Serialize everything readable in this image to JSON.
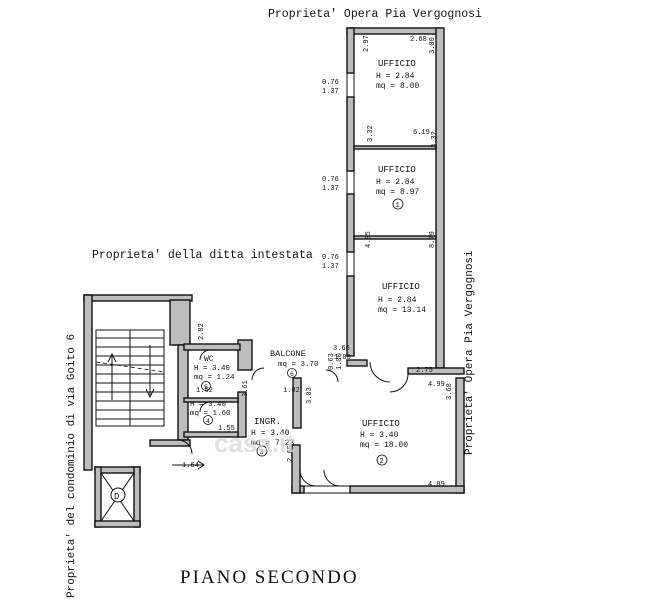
{
  "neighbors": {
    "top": "Proprieta' Opera Pia Vergognosi",
    "right": "Proprieta' Opera Pia Vergognosi",
    "middle": "Proprieta' della ditta intestata",
    "left": "Proprieta' del condominio di via Goito 6"
  },
  "rooms": {
    "ufficio_top": {
      "name": "UFFICIO",
      "h": "H = 2.84",
      "mq": "mq = 8.00"
    },
    "ufficio_mid": {
      "name": "UFFICIO",
      "h": "H = 2.84",
      "mq": "mq = 8.97",
      "num": "1"
    },
    "ufficio_low": {
      "name": "UFFICIO",
      "h": "H = 2.84",
      "mq": "mq = 13.14"
    },
    "ufficio_main": {
      "name": "UFFICIO",
      "h": "H = 3.40",
      "mq": "mq = 18.00",
      "num": "2"
    },
    "ingresso": {
      "name": "INGR.",
      "h": "H = 3.40",
      "mq": "mq = 7.23",
      "num": "3"
    },
    "wc": {
      "name": "WC",
      "h": "H = 3.40",
      "mq": "mq = 1.24",
      "num": "5"
    },
    "disimpegno": {
      "h": "H = 3.40",
      "mq": "mq = 1.60",
      "num": "4"
    },
    "balcone": {
      "name": "BALCONE",
      "mq": "mq = 3.70",
      "num": "6"
    },
    "lift": {
      "label": "D"
    }
  },
  "dims": {
    "d_297": "2.97",
    "d_268": "2.68",
    "d_300": "3.00",
    "d_076a": "0.76",
    "d_137a": "1.37",
    "d_332a": "3.32",
    "d_332b": "3.32",
    "d_619": "6.19",
    "d_076b": "0.76",
    "d_137b": "1.37",
    "d_485": "4.85",
    "d_879": "8.79",
    "d_076c": "0.76",
    "d_137c": "1.37",
    "d_275": "2.75",
    "d_499": "4.99",
    "d_368": "3.68",
    "d_366": "3.66",
    "d_100a": "1.00",
    "d_063": "0.63",
    "d_100b": "1.00",
    "d_282": "2.82",
    "d_152": "1.52",
    "d_155": "1.55",
    "d_182": "1.82",
    "d_303": "3.03",
    "d_265": "2.65",
    "d_361": "3.61",
    "d_164": "1.64",
    "d_489": "4.89"
  },
  "title": "PIANO SECONDO",
  "watermark": "casa.it"
}
